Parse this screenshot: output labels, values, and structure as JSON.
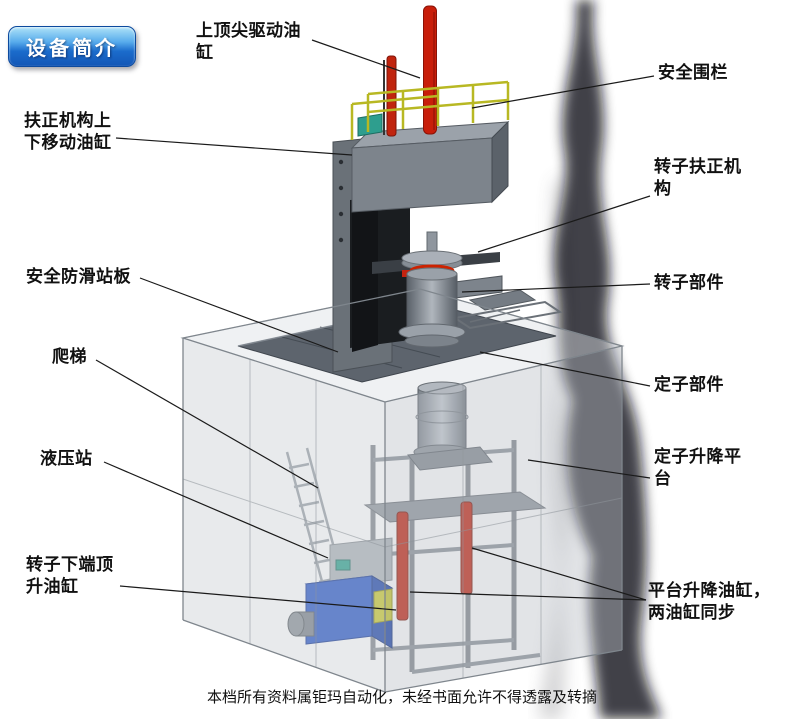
{
  "badge": {
    "label": "设备简介"
  },
  "labels": {
    "top_cylinder": "上顶尖驱动油缸",
    "safety_fence": "安全围栏",
    "righting_cylinder": "扶正机构上下移动油缸",
    "rotor_righting": "转子扶正机构",
    "anti_slip_board": "安全防滑站板",
    "rotor_part": "转子部件",
    "ladder": "爬梯",
    "stator_part": "定子部件",
    "hydraulic_station": "液压站",
    "stator_platform": "定子升降平台",
    "rotor_bottom_cylinder": "转子下端顶升油缸",
    "platform_cylinders": "平台升降油缸，两油缸同步"
  },
  "footer": {
    "text": "本档所有资料属钜玛自动化，未经书面允许不得透露及转摘"
  },
  "colors": {
    "badge_blue": "#1763c8",
    "cylinder_red": "#c42310",
    "railing_yellow": "#b8b823",
    "hydraulic_blue": "#2857c8",
    "machine_gray": "#8a9198"
  }
}
